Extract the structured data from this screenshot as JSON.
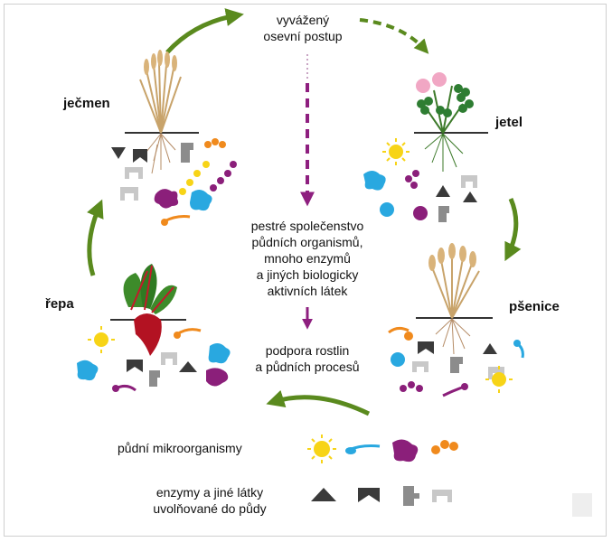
{
  "top_label": {
    "line1": "vyvážený",
    "line2": "osevní postup"
  },
  "crops": {
    "jecmen": "ječmen",
    "jetel": "jetel",
    "repa": "řepa",
    "psenice": "pšenice"
  },
  "center_text": {
    "line1": "pestré společenstvo",
    "line2": "půdních organismů,",
    "line3": "mnoho enzymů",
    "line4": "a jiných biologicky",
    "line5": "aktivních látek",
    "line6": "podpora rostlin",
    "line7": "a půdních procesů"
  },
  "legend": {
    "microorganisms": "půdní mikroorganismy",
    "enzymes_line1": "enzymy a jiné látky",
    "enzymes_line2": "uvolňované do půdy"
  },
  "colors": {
    "arrow_green": "#5a8a1e",
    "arrow_purple": "#8e1f7f",
    "sun_yellow": "#f7d417",
    "blue": "#29a8e0",
    "purple": "#8b1f7a",
    "orange": "#f08a1d",
    "dark_grey": "#3a3a3a",
    "mid_grey": "#8c8c8c",
    "light_grey": "#c8c8c8"
  }
}
